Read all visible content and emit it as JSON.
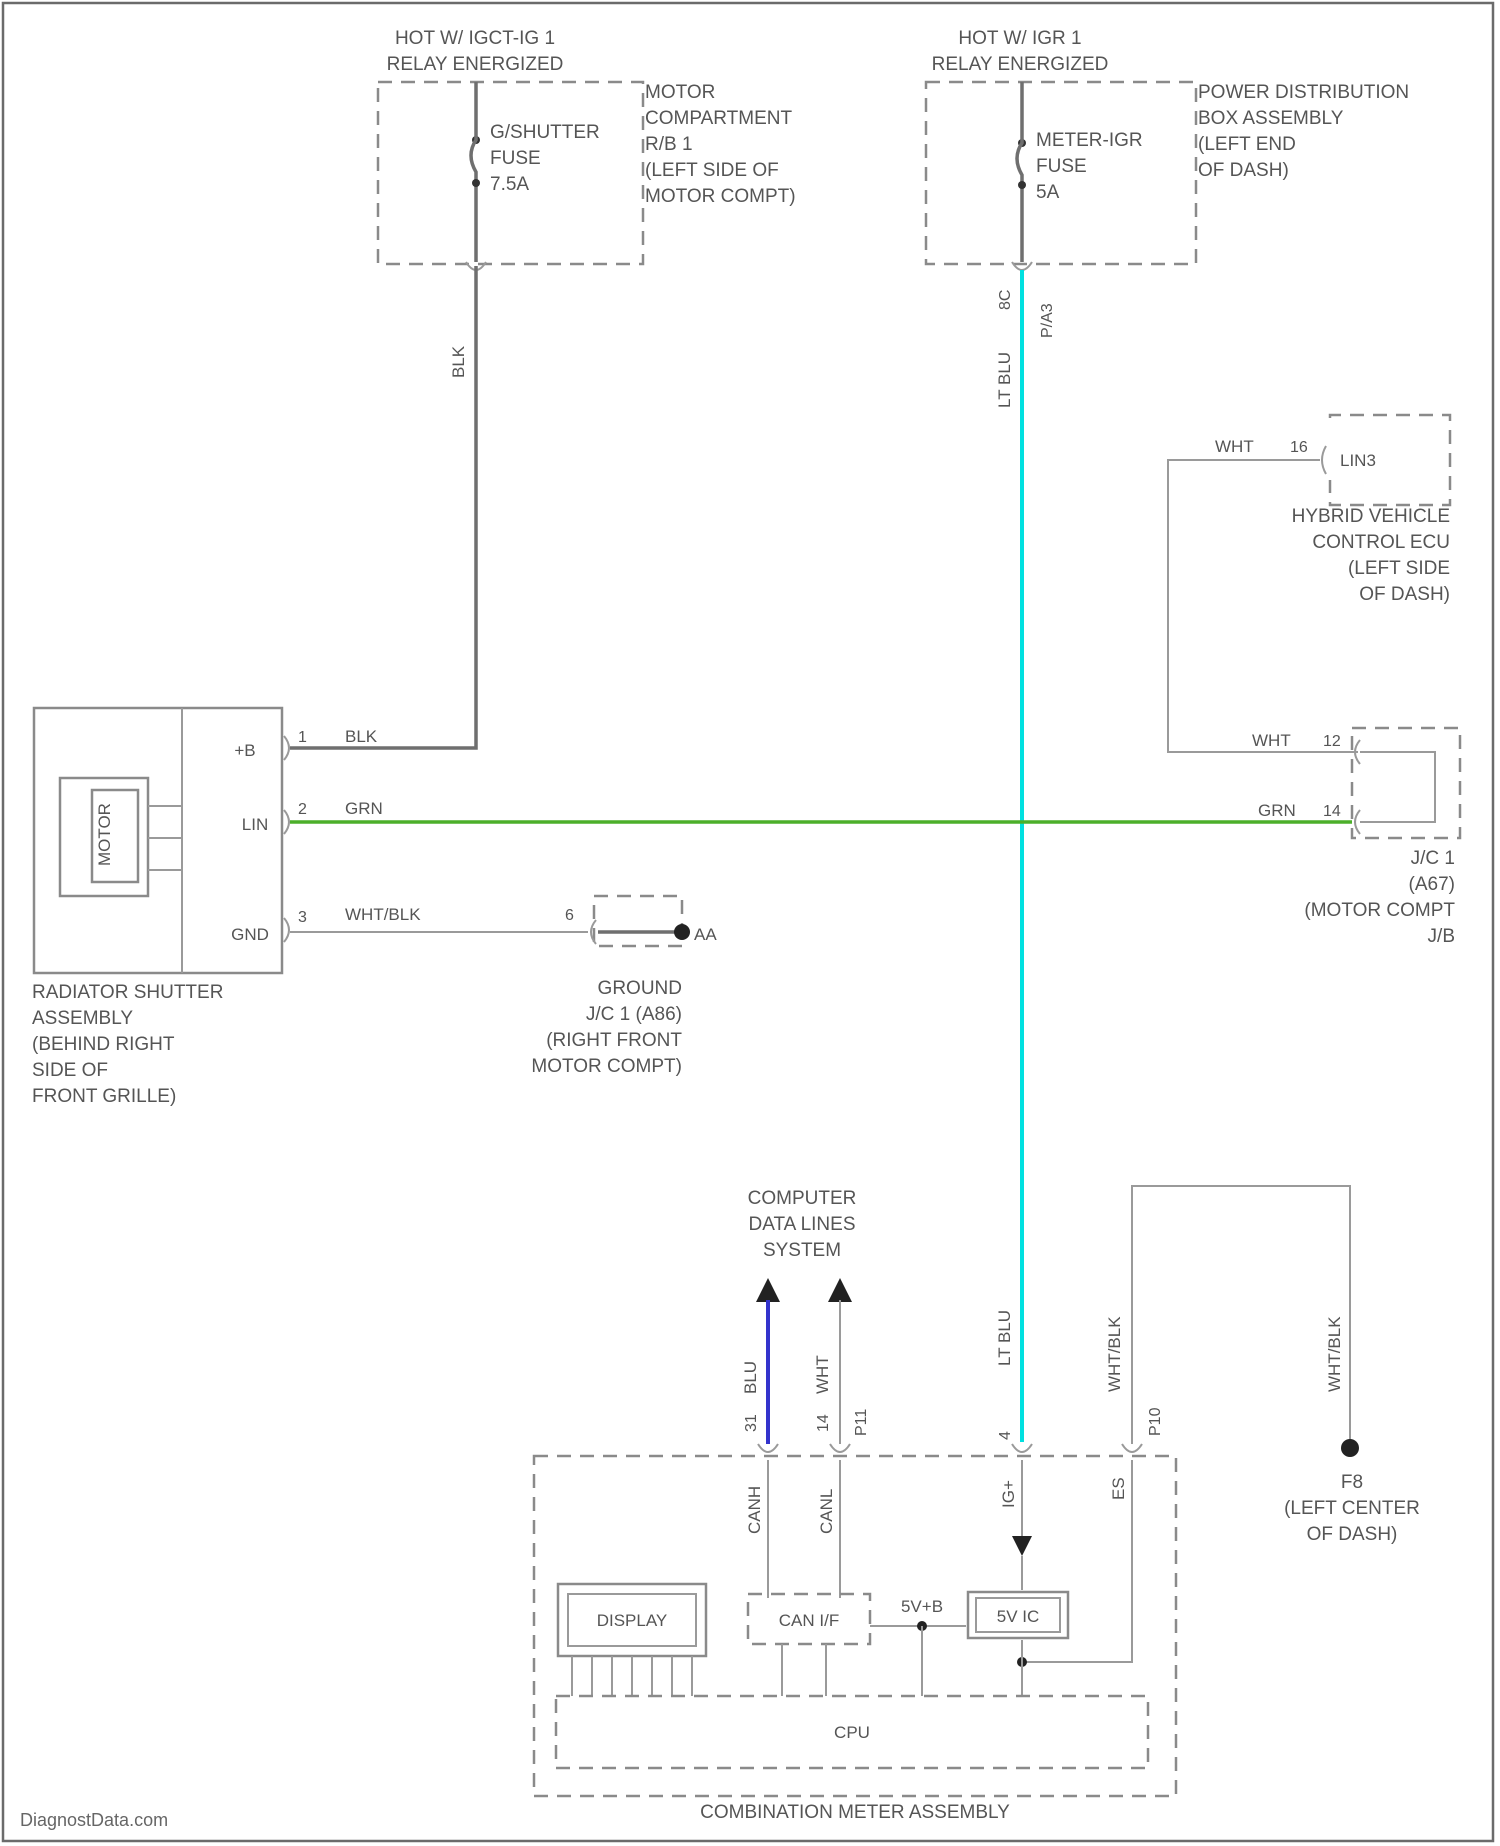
{
  "colors": {
    "grn_wire": "#4caf2a",
    "lt_blu_wire": "#00e0e0",
    "blu_wire": "#3333cc",
    "line": "#8a8a8a"
  },
  "fuse_left": {
    "hot_line1": "HOT W/ IGCT-IG 1",
    "hot_line2": "RELAY ENERGIZED",
    "fuse_line1": "G/SHUTTER",
    "fuse_line2": "FUSE",
    "fuse_line3": "7.5A",
    "location_lines": [
      "MOTOR",
      "COMPARTMENT",
      "R/B 1",
      "(LEFT SIDE OF",
      "MOTOR COMPT)"
    ]
  },
  "fuse_right": {
    "hot_line1": "HOT W/ IGR 1",
    "hot_line2": "RELAY ENERGIZED",
    "fuse_line1": "METER-IGR",
    "fuse_line2": "FUSE",
    "fuse_line3": "5A",
    "location_lines": [
      "POWER DISTRIBUTION",
      "BOX ASSEMBLY",
      "(LEFT END",
      "OF DASH)"
    ]
  },
  "wires": {
    "blk_vertical": "BLK",
    "blk_pin": "1",
    "blk_horizontal": "BLK",
    "ltblu_top": "LT BLU",
    "ltblu_pin": "8C",
    "ltblu_connector": "P/A3",
    "grn_left": "GRN",
    "grn_left_pin": "2",
    "wht_blk_gnd": "WHT/BLK",
    "gnd_pin_left": "3",
    "gnd_pin_right": "6",
    "gnd_code": "AA"
  },
  "shutter": {
    "motor_label": "MOTOR",
    "pin_b": "+B",
    "pin_lin": "LIN",
    "pin_gnd": "GND",
    "name_lines": [
      "RADIATOR SHUTTER",
      "ASSEMBLY",
      "(BEHIND RIGHT",
      "SIDE OF",
      "FRONT GRILLE)"
    ]
  },
  "ground_jc": {
    "name_lines": [
      "GROUND",
      "J/C 1 (A86)",
      "(RIGHT FRONT",
      "MOTOR COMPT)"
    ]
  },
  "hv_ecu": {
    "wire_color": "WHT",
    "pin": "16",
    "signal": "LIN3",
    "name_lines": [
      "HYBRID VEHICLE",
      "CONTROL ECU",
      "(LEFT SIDE",
      "OF DASH)"
    ]
  },
  "jc1": {
    "wht": "WHT",
    "wht_pin": "12",
    "grn": "GRN",
    "grn_pin": "14",
    "name_lines": [
      "J/C 1",
      "(A67)",
      "(MOTOR COMPT",
      "J/B"
    ]
  },
  "computer_data": {
    "name_lines": [
      "COMPUTER",
      "DATA LINES",
      "SYSTEM"
    ]
  },
  "meter": {
    "blu": "BLU",
    "blu_pin": "31",
    "canh": "CANH",
    "wht": "WHT",
    "wht_pin": "14",
    "wht_conn": "P11",
    "canl": "CANL",
    "ltblu": "LT BLU",
    "ltblu_pin": "4",
    "ig_label": "IG+",
    "whtblk": "WHT/BLK",
    "es_label": "ES",
    "es_conn": "P10",
    "display": "DISPLAY",
    "can_if": "CAN I/F",
    "v_bus": "5V+B",
    "v_ic": "5V IC",
    "cpu": "CPU",
    "name": "COMBINATION METER ASSEMBLY"
  },
  "ground_f8": {
    "whtblk": "WHT/BLK",
    "name_lines": [
      "F8",
      "(LEFT CENTER",
      "OF DASH)"
    ]
  },
  "watermark": "DiagnostData.com"
}
